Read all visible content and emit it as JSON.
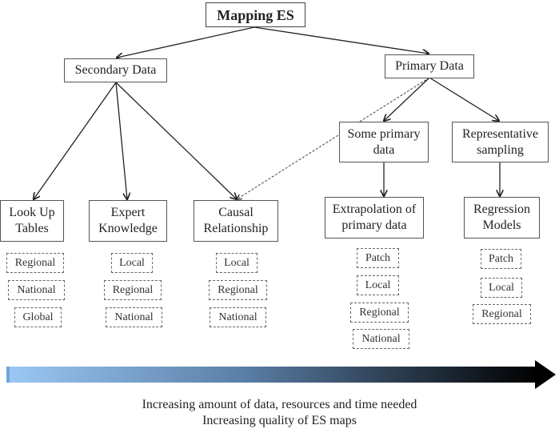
{
  "diagram": {
    "root": "Mapping ES",
    "secondary": "Secondary Data",
    "primary": "Primary Data",
    "some_primary": "Some primary data",
    "representative": "Representative sampling",
    "methods": [
      {
        "label": "Look Up Tables",
        "scales": [
          "Regional",
          "National",
          "Global"
        ]
      },
      {
        "label": "Expert Knowledge",
        "scales": [
          "Local",
          "Regional",
          "National"
        ]
      },
      {
        "label": "Causal Relationship",
        "scales": [
          "Local",
          "Regional",
          "National"
        ]
      },
      {
        "label": "Extrapolation of primary data",
        "scales": [
          "Patch",
          "Local",
          "Regional",
          "National"
        ]
      },
      {
        "label": "Regression Models",
        "scales": [
          "Patch",
          "Local",
          "Regional"
        ]
      }
    ],
    "gradient_arrow": {
      "start_color": "#9cc8f4",
      "end_color": "#000000"
    },
    "caption_line1": "Increasing amount of data, resources and time needed",
    "caption_line2": "Increasing quality of ES maps"
  }
}
